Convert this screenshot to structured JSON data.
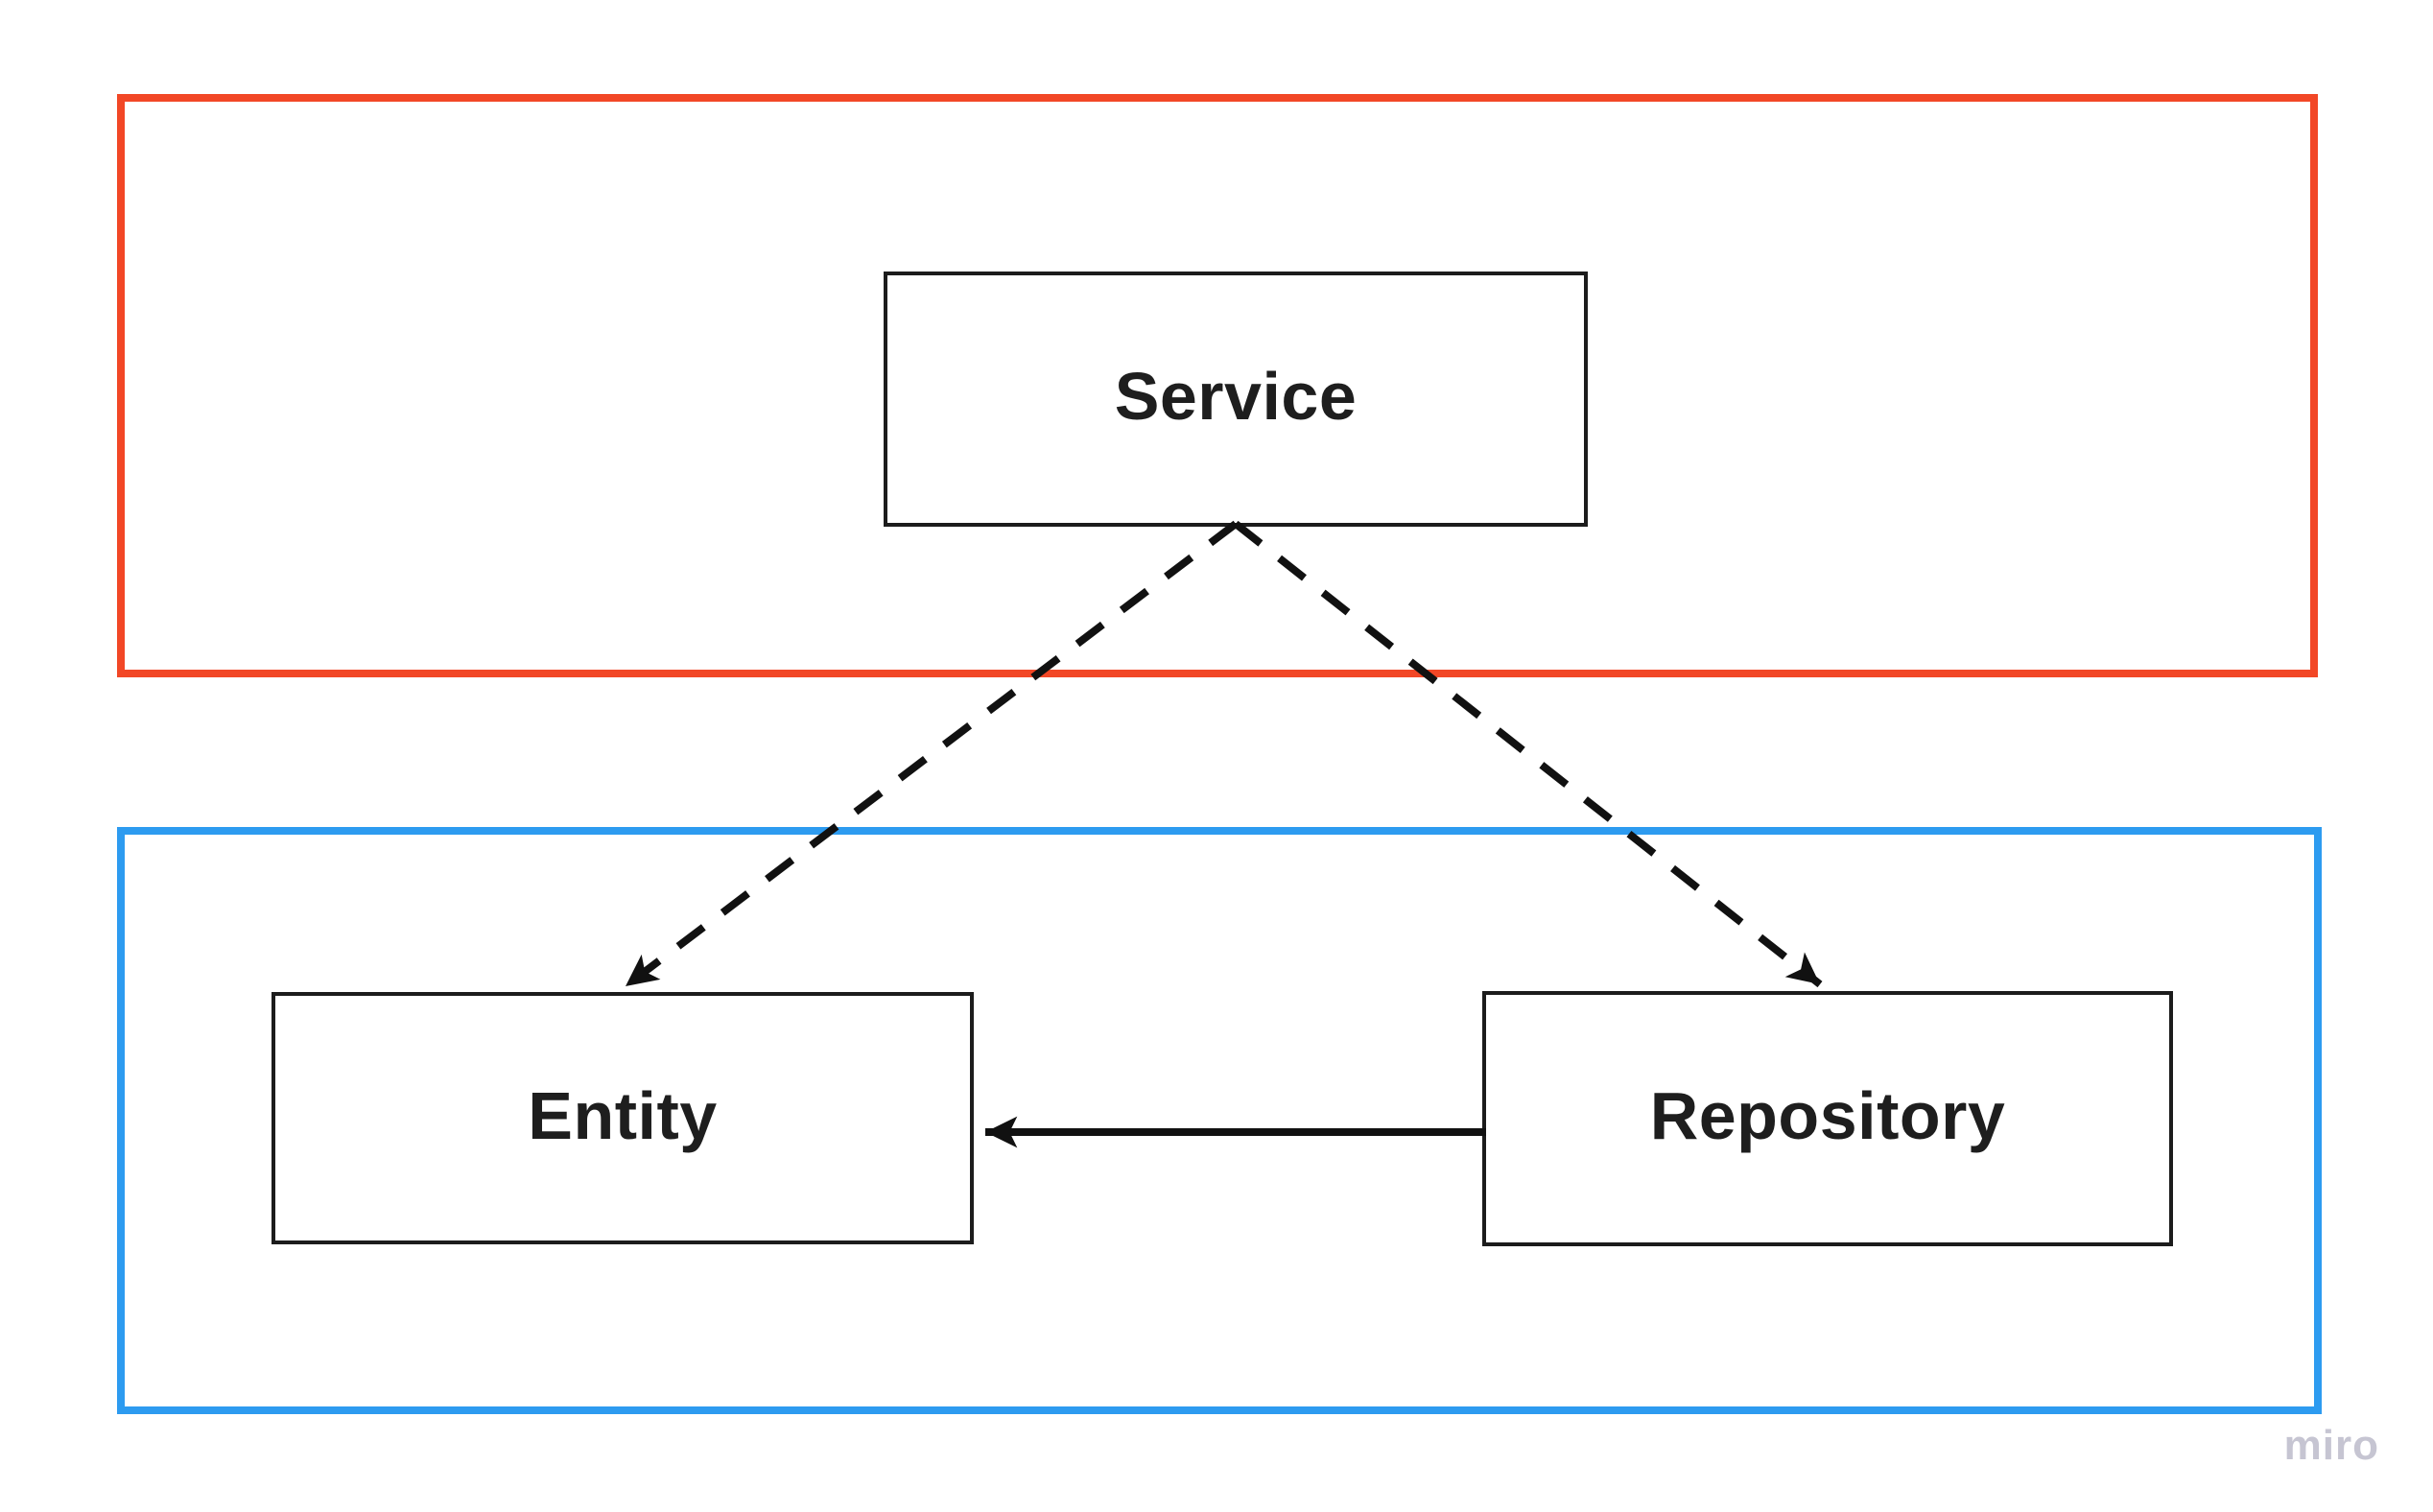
{
  "canvas": {
    "background": "#ffffff"
  },
  "frames": {
    "top": {
      "description": "upper layer frame",
      "border_color": "#F24726"
    },
    "bottom": {
      "description": "lower layer frame",
      "border_color": "#2D9BF0"
    }
  },
  "nodes": {
    "service": {
      "label": "Service"
    },
    "entity": {
      "label": "Entity"
    },
    "repository": {
      "label": "Repository"
    }
  },
  "edges": [
    {
      "from": "Service",
      "to": "Entity",
      "line": "dashed",
      "arrowhead": "filled-triangle"
    },
    {
      "from": "Service",
      "to": "Repository",
      "line": "dashed",
      "arrowhead": "filled-triangle"
    },
    {
      "from": "Repository",
      "to": "Entity",
      "line": "solid",
      "arrowhead": "filled-triangle"
    }
  ],
  "colors": {
    "ink": "#1c1c1c",
    "watermark": "#C6C5D2"
  },
  "watermark": {
    "label": "miro"
  }
}
